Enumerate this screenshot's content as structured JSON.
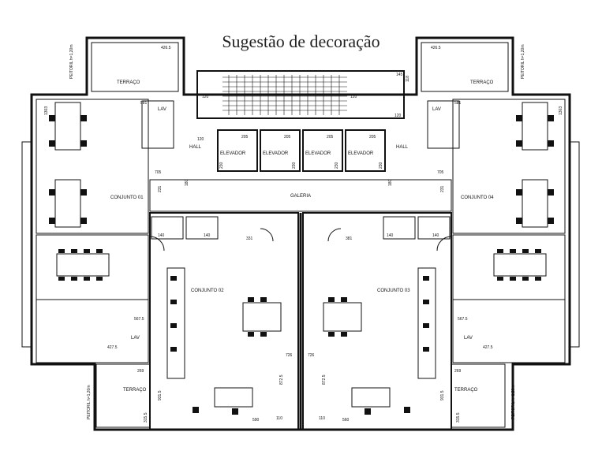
{
  "title": "Sugestão de decoração",
  "rooms": {
    "galeria": "GALERIA",
    "hall": "HALL",
    "elevador": "ELEVADOR",
    "conjunto_01": "CONJUNTO 01",
    "conjunto_02": "CONJUNTO 02",
    "conjunto_03": "CONJUNTO 03",
    "conjunto_04": "CONJUNTO 04",
    "terraco": "TERRAÇO",
    "lav": "LAV",
    "peitoril": "PEITORIL h=1,20m"
  },
  "dims": {
    "d4265": "426.5",
    "d581": "581",
    "d5675": "567.5",
    "d4275": "427.5",
    "d269": "269",
    "d9315": "931.5",
    "d3155": "315.5",
    "d590": "590",
    "d560": "560",
    "d726": "726",
    "d8725": "872.5",
    "d331": "331",
    "d381": "381",
    "d140": "140",
    "d705": "705",
    "d231": "231",
    "d180": "180",
    "d120": "120",
    "d205": "205",
    "d230": "230",
    "d145": "145",
    "d118": "118",
    "d1303": "1303",
    "d110": "110"
  }
}
